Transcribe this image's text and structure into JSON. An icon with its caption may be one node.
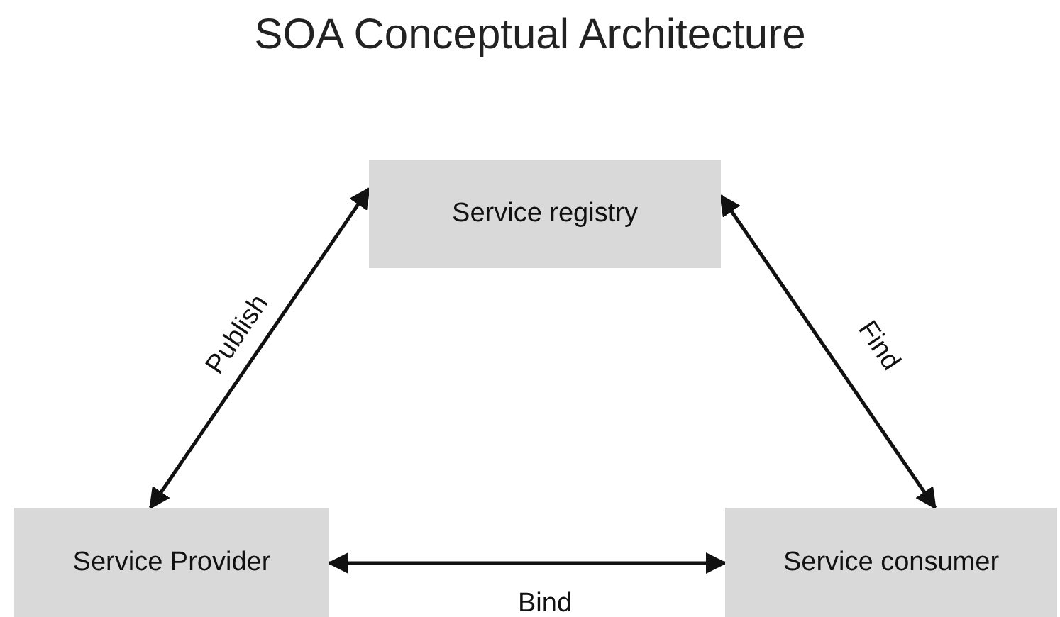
{
  "diagram": {
    "title": "SOA Conceptual Architecture",
    "nodes": [
      {
        "text": [
          "Service registry"
        ]
      },
      {
        "text": [
          "Service Provider"
        ]
      },
      {
        "text": [
          "Service consumer"
        ]
      }
    ],
    "edges": [
      {
        "from": 1,
        "to": 0,
        "arrow": "both",
        "label": "Publish"
      },
      {
        "from": 0,
        "to": 2,
        "arrow": "both",
        "label": "Find"
      },
      {
        "from": 1,
        "to": 2,
        "arrow": "both",
        "label": "Bind"
      }
    ]
  }
}
